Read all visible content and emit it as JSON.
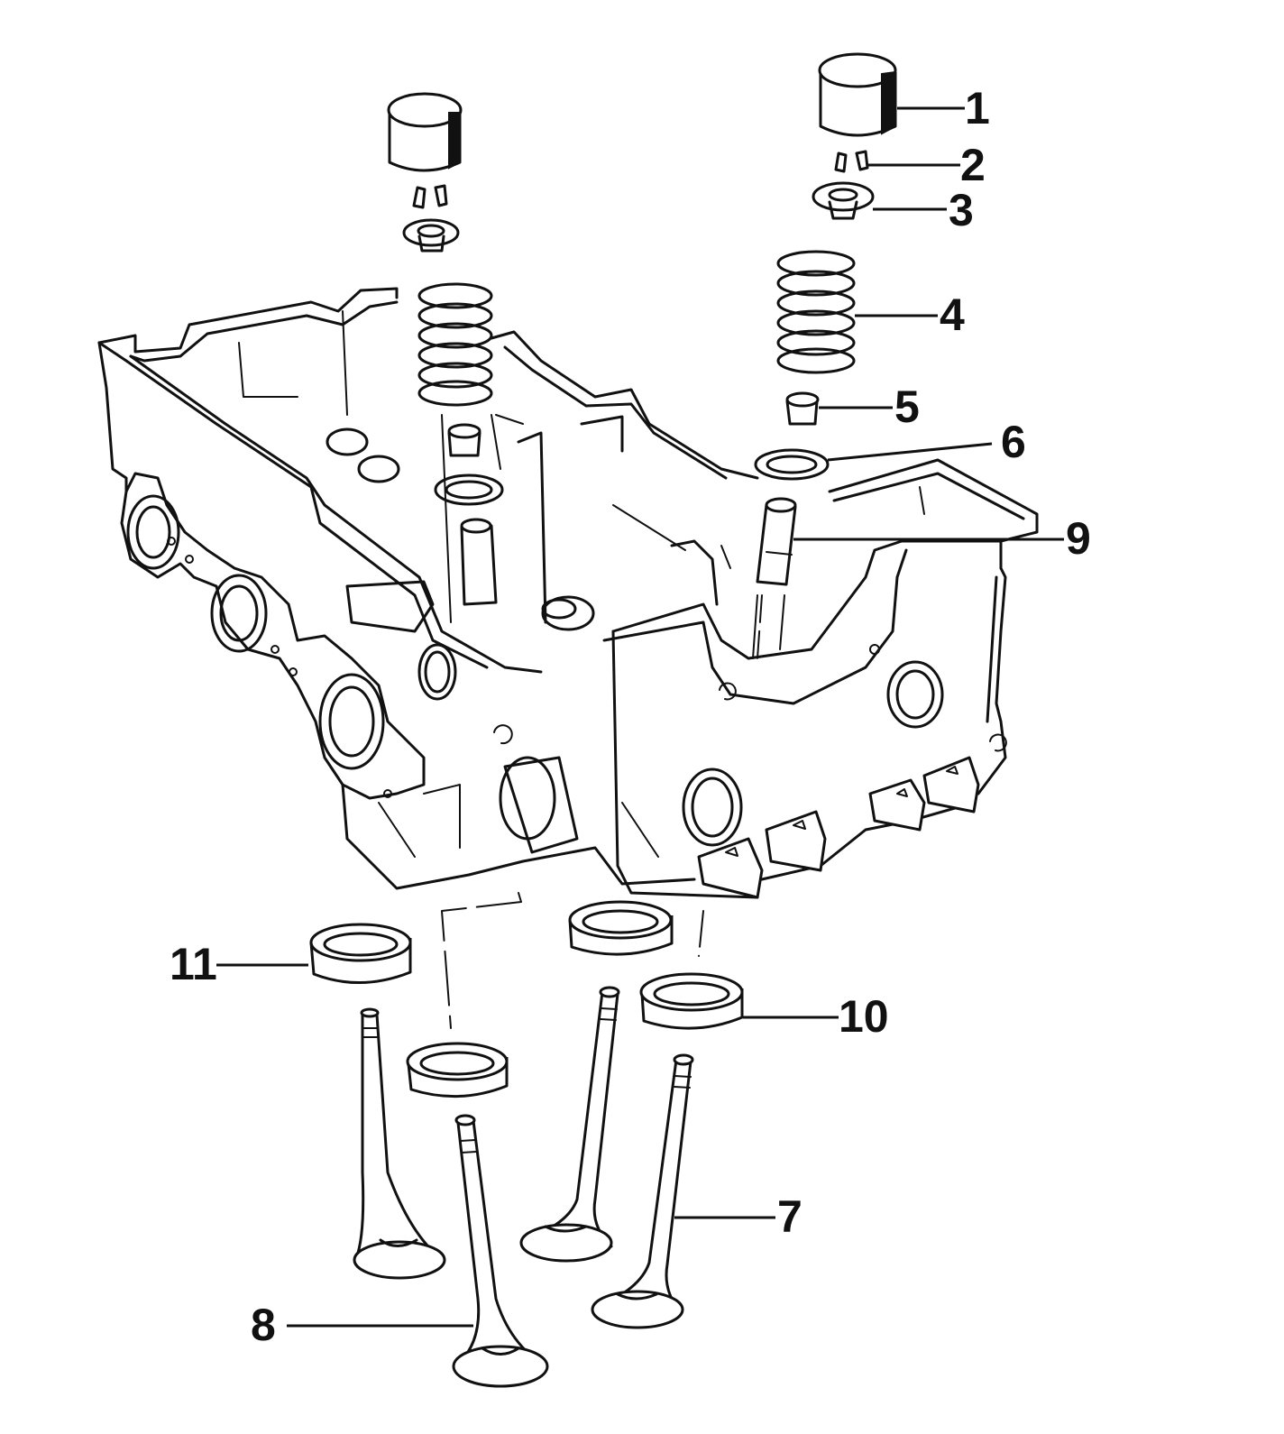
{
  "callouts": [
    {
      "id": "1",
      "label": "1"
    },
    {
      "id": "2",
      "label": "2"
    },
    {
      "id": "3",
      "label": "3"
    },
    {
      "id": "4",
      "label": "4"
    },
    {
      "id": "5",
      "label": "5"
    },
    {
      "id": "6",
      "label": "6"
    },
    {
      "id": "7",
      "label": "7"
    },
    {
      "id": "8",
      "label": "8"
    },
    {
      "id": "9",
      "label": "9"
    },
    {
      "id": "10",
      "label": "10"
    },
    {
      "id": "11",
      "label": "11"
    }
  ],
  "colors": {
    "ink": "#111111",
    "paper": "#ffffff"
  }
}
